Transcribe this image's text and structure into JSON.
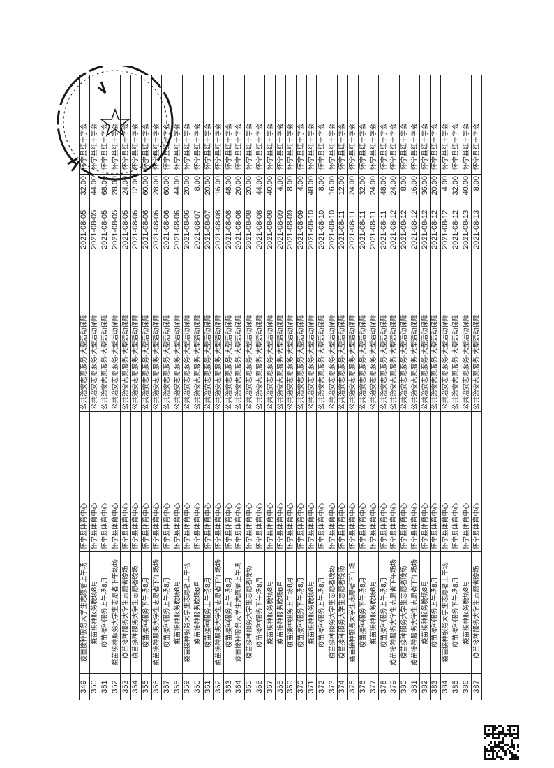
{
  "table": {
    "org": "怀宁县体育中心",
    "category": "公共治安志愿服务-大型活动保障",
    "verifier": "怀宁县红十字会",
    "rows": [
      [
        "349",
        "疫苗接种服务大学生志愿者上午场",
        "2021-08-05",
        "32.00"
      ],
      [
        "350",
        "疫苗接种服务晚场8月",
        "2021-08-05",
        "44.00"
      ],
      [
        "351",
        "疫苗接种服务上午场8月",
        "2021-08-05",
        "68.00"
      ],
      [
        "352",
        "疫苗接种服务大学生志愿者下午场场",
        "2021-08-05",
        "28.00"
      ],
      [
        "353",
        "疫苗接种服务大学生志愿者晚场",
        "2021-08-05",
        "24.00"
      ],
      [
        "354",
        "疫苗接种服务大学生志愿者晚场",
        "2021-08-06",
        "12.00"
      ],
      [
        "355",
        "疫苗接种服务下午场8月",
        "2021-08-06",
        "60.00"
      ],
      [
        "356",
        "疫苗接种服务大学生志愿者下午场场",
        "2021-08-06",
        "28.00"
      ],
      [
        "357",
        "疫苗接种服务上午场8月",
        "2021-08-06",
        "60.00"
      ],
      [
        "358",
        "疫苗接种服务晚场8月",
        "2021-08-06",
        "44.00"
      ],
      [
        "359",
        "疫苗接种服务大学生志愿者上午场",
        "2021-08-06",
        "20.00"
      ],
      [
        "360",
        "疫苗接种服务晚场8月",
        "2021-08-07",
        "8.00"
      ],
      [
        "361",
        "疫苗接种服务上午场8月",
        "2021-08-07",
        "20.00"
      ],
      [
        "362",
        "疫苗接种服务大学生志愿者下午场场",
        "2021-08-08",
        "16.00"
      ],
      [
        "363",
        "疫苗接种服务上午场8月",
        "2021-08-08",
        "48.00"
      ],
      [
        "364",
        "疫苗接种服务大学生志愿者上午场",
        "2021-08-08",
        "20.00"
      ],
      [
        "365",
        "疫苗接种服务大学生志愿者晚场",
        "2021-08-08",
        "20.00"
      ],
      [
        "366",
        "疫苗接种服务下午场8月",
        "2021-08-08",
        "44.00"
      ],
      [
        "367",
        "疫苗接种服务晚场8月",
        "2021-08-08",
        "40.00"
      ],
      [
        "368",
        "疫苗接种服务晚场8月",
        "2021-08-09",
        "4.00"
      ],
      [
        "369",
        "疫苗接种服务上午场8月",
        "2021-08-09",
        "8.00"
      ],
      [
        "370",
        "疫苗接种服务下午场8月",
        "2021-08-09",
        "4.00"
      ],
      [
        "371",
        "疫苗接种服务晚场8月",
        "2021-08-10",
        "48.00"
      ],
      [
        "372",
        "疫苗接种服务上午场8月",
        "2021-08-10",
        "8.00"
      ],
      [
        "373",
        "疫苗接种服务大学生志愿者晚场",
        "2021-08-10",
        "16.00"
      ],
      [
        "374",
        "疫苗接种服务大学生志愿者晚场",
        "2021-08-11",
        "12.00"
      ],
      [
        "375",
        "疫苗接种服务大学生志愿者下午场",
        "2021-08-11",
        "24.00"
      ],
      [
        "376",
        "疫苗接种服务下午场8月",
        "2021-08-11",
        "32.00"
      ],
      [
        "377",
        "疫苗接种服务晚场8月",
        "2021-08-11",
        "24.00"
      ],
      [
        "378",
        "疫苗接种服务上午场8月",
        "2021-08-11",
        "48.00"
      ],
      [
        "379",
        "疫苗接种服务大学生志愿者下午场场",
        "2021-08-12",
        "24.00"
      ],
      [
        "380",
        "疫苗接种服务大学生志愿者晚场",
        "2021-08-12",
        "8.00"
      ],
      [
        "381",
        "疫苗接种服务大学生志愿者下午场场",
        "2021-08-12",
        "16.00"
      ],
      [
        "382",
        "疫苗接种服务晚场8月",
        "2021-08-12",
        "36.00"
      ],
      [
        "383",
        "疫苗接种服务上午场8月",
        "2021-08-12",
        "20.00"
      ],
      [
        "384",
        "疫苗接种服务大学生志愿者上午场",
        "2021-08-12",
        "4.00"
      ],
      [
        "385",
        "疫苗接种服务下午场8月",
        "2021-08-12",
        "32.00"
      ],
      [
        "386",
        "疫苗接种服务晚场8月",
        "2021-08-13",
        "40.00"
      ],
      [
        "387",
        "疫苗接种服务大学生志愿者晚场",
        "2021-08-13",
        "8.00"
      ]
    ]
  },
  "stamp": {
    "text": "怀宁县红十字会",
    "color": "#1a1a1a"
  }
}
